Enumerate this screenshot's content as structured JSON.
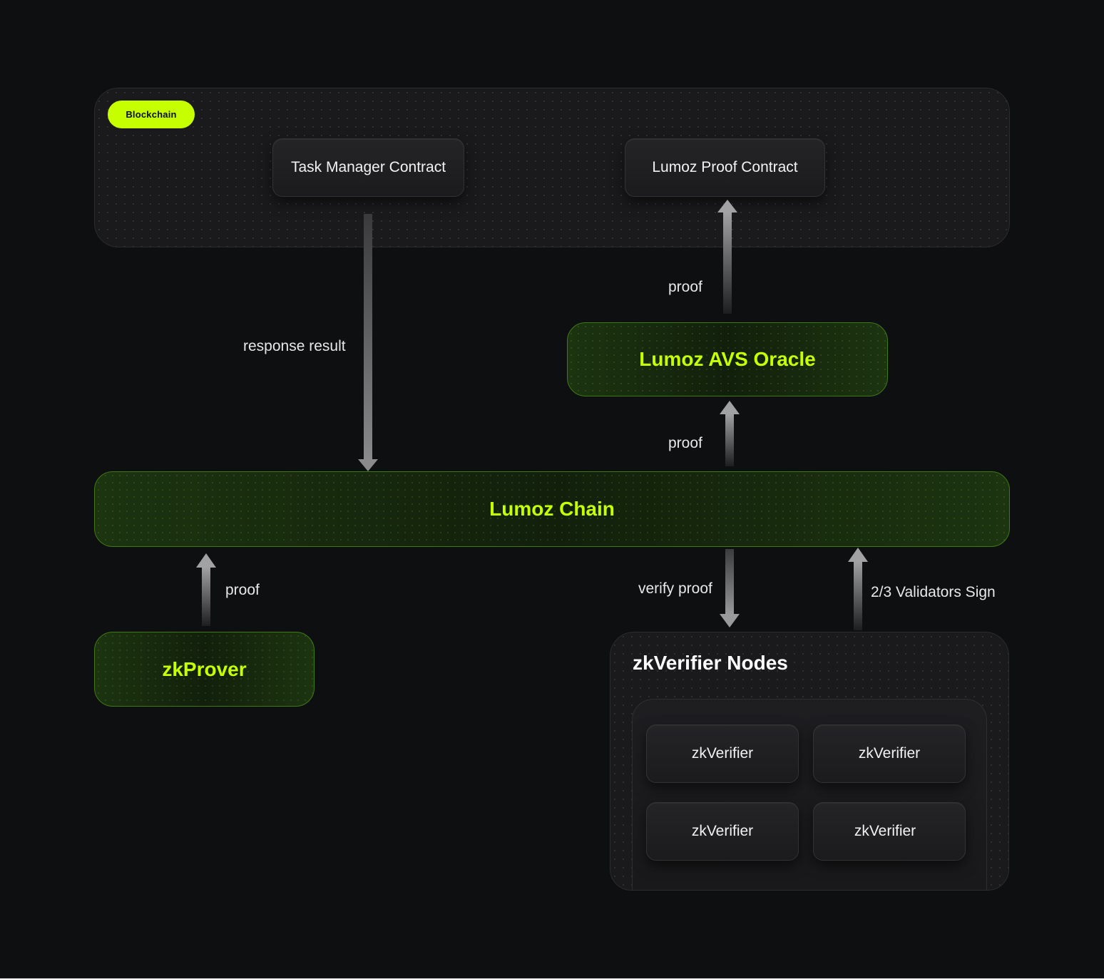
{
  "blockchain": {
    "badge": "Blockchain",
    "task_manager": "Task Manager Contract",
    "proof_contract": "Lumoz Proof Contract"
  },
  "oracle": {
    "label": "Lumoz AVS Oracle"
  },
  "chain": {
    "label": "Lumoz Chain"
  },
  "prover": {
    "label": "zkProver"
  },
  "verifier_nodes": {
    "title": "zkVerifier Nodes",
    "nodes": [
      "zkVerifier",
      "zkVerifier",
      "zkVerifier",
      "zkVerifier"
    ]
  },
  "edges": {
    "response_result": "response result",
    "oracle_to_contract": "proof",
    "chain_to_oracle": "proof",
    "prover_to_chain": "proof",
    "verify_proof": "verify proof",
    "validators_sign": "2/3 Validators Sign"
  },
  "colors": {
    "accent": "#c6ff00",
    "background": "#0e0f11",
    "green_panel": "#16260d",
    "green_border": "#3f7a14"
  }
}
